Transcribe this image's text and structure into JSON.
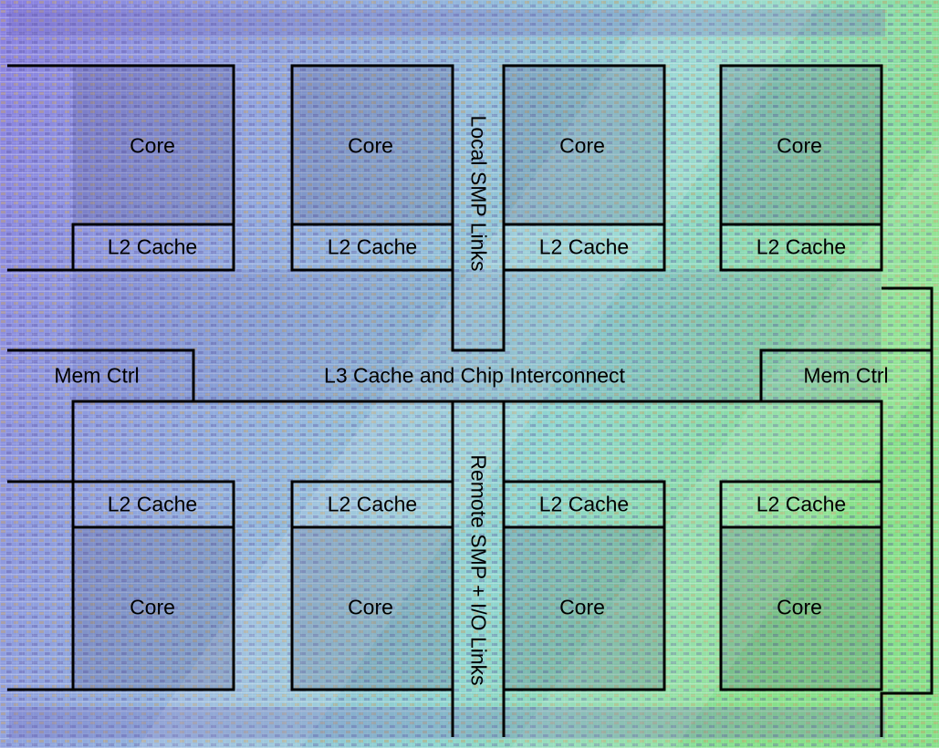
{
  "labels": {
    "core_tl1": "Core",
    "core_tl2": "Core",
    "core_tr1": "Core",
    "core_tr2": "Core",
    "core_bl1": "Core",
    "core_bl2": "Core",
    "core_br1": "Core",
    "core_br2": "Core",
    "l2_tl1": "L2 Cache",
    "l2_tl2": "L2 Cache",
    "l2_tr1": "L2 Cache",
    "l2_tr2": "L2 Cache",
    "l2_bl1": "L2 Cache",
    "l2_bl2": "L2 Cache",
    "l2_br1": "L2 Cache",
    "l2_br2": "L2 Cache",
    "mem_left": "Mem Ctrl",
    "mem_right": "Mem Ctrl",
    "l3": "L3 Cache and Chip Interconnect",
    "local_smp": "Local SMP Links",
    "remote_smp": "Remote SMP + I/O Links"
  },
  "colors": {
    "die_left": "#8a7fe0",
    "die_mid": "#8fc4d8",
    "die_right": "#7fe08a",
    "outline": "#000000"
  }
}
